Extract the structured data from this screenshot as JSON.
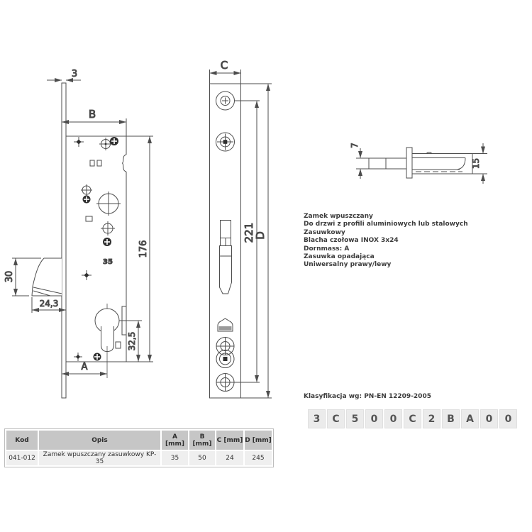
{
  "drawing": {
    "left_view": {
      "dim_front_thickness": "3",
      "dim_width": "B",
      "dim_height": "176",
      "dim_hook_height": "30",
      "dim_hook_depth": "24,3",
      "dim_cylinder_offset": "32,5",
      "dim_backset": "A",
      "body_mark": "35"
    },
    "front_view": {
      "dim_width": "C",
      "dim_screw_span": "221",
      "dim_height": "D"
    },
    "side_view": {
      "dim_bolt_thickness": "7",
      "dim_case_depth": "15"
    }
  },
  "description": {
    "lines": [
      "Zamek wpuszczany",
      "Do drzwi z profili aluminiowych lub stalowych",
      "Zasuwkowy",
      "Blacha czołowa INOX 3x24",
      "Dornmass: A",
      "Zasuwka opadająca",
      "Uniwersalny prawy/lewy"
    ]
  },
  "classification": {
    "title": "Klasyfikacja wg: PN-EN 12209-2005",
    "code": [
      "3",
      "C",
      "5",
      "0",
      "0",
      "C",
      "2",
      "B",
      "A",
      "0",
      "0"
    ]
  },
  "table": {
    "headers": [
      "Kod",
      "Opis",
      "A [mm]",
      "B [mm]",
      "C [mm]",
      "D [mm]"
    ],
    "rows": [
      [
        "041-012",
        "Zamek wpuszczany zasuwkowy KP-35",
        "35",
        "50",
        "24",
        "245"
      ]
    ]
  },
  "colors": {
    "line": "#4d4d4d",
    "text": "#3a3a3a",
    "code_box_bg": "#ebebeb",
    "table_header_bg": "#c6c6c6",
    "table_row_bg": "#efefef"
  }
}
